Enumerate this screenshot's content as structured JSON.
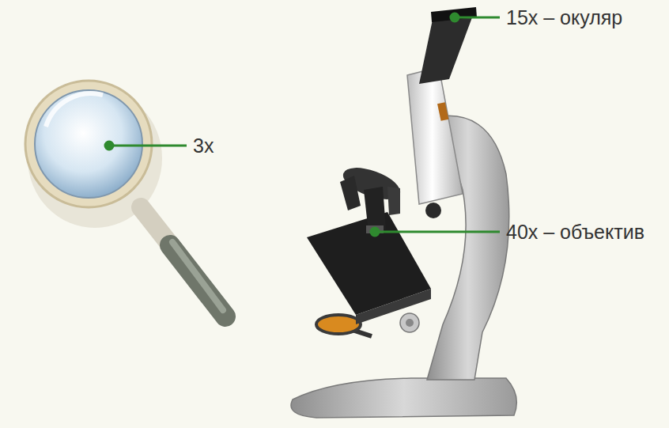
{
  "diagram": {
    "labels": [
      "3x",
      "15x – окуляр",
      "40x – объектив"
    ]
  }
}
